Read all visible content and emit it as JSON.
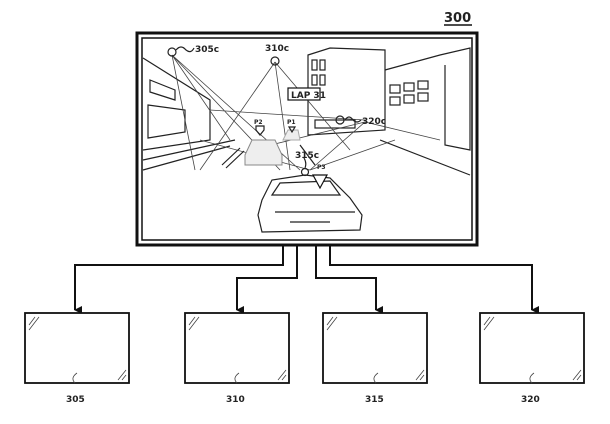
{
  "figure_label": "300",
  "screen": {
    "camera_labels": [
      "305c",
      "310c",
      "315c",
      "320c"
    ],
    "lap_sign": "LAP 31",
    "player_markers": [
      "P1",
      "P2",
      "P3"
    ]
  },
  "devices": [
    {
      "label": "305"
    },
    {
      "label": "310"
    },
    {
      "label": "315"
    },
    {
      "label": "320"
    }
  ]
}
